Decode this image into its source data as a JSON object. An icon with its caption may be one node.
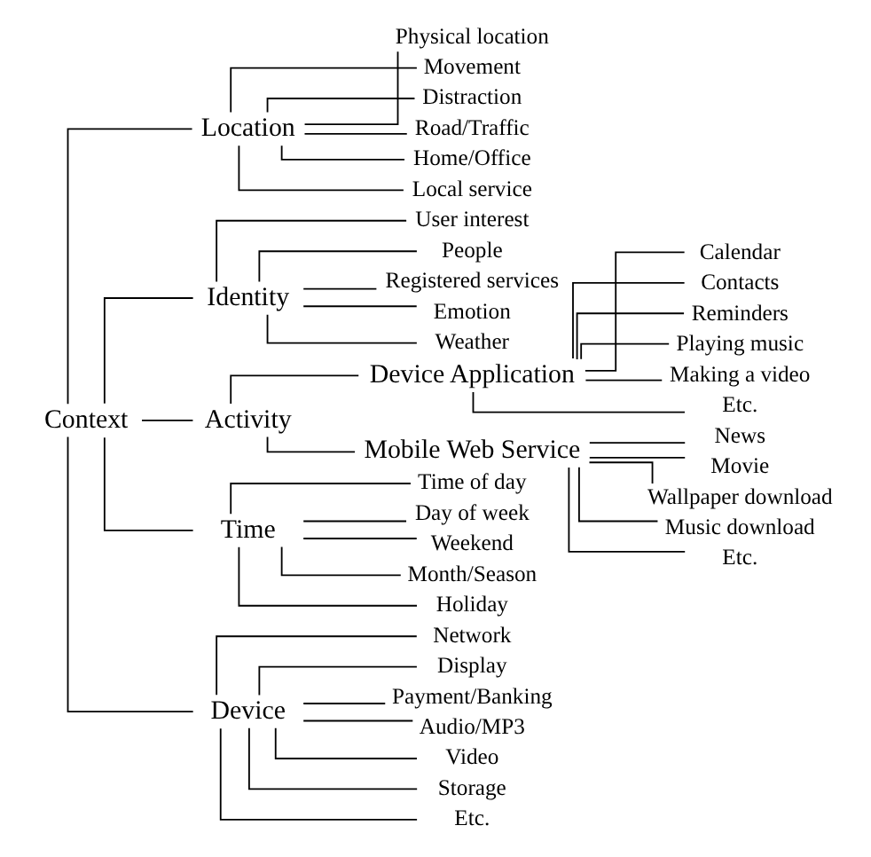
{
  "diagram": {
    "nodes": [
      {
        "text": [
          "Context"
        ]
      },
      {
        "text": [
          "Location"
        ]
      },
      {
        "text": [
          "Physical location"
        ]
      },
      {
        "text": [
          "Movement"
        ]
      },
      {
        "text": [
          "Distraction"
        ]
      },
      {
        "text": [
          "Road/Traffic"
        ]
      },
      {
        "text": [
          "Home/Office"
        ]
      },
      {
        "text": [
          "Local service"
        ]
      },
      {
        "text": [
          "Identity"
        ]
      },
      {
        "text": [
          "User interest"
        ]
      },
      {
        "text": [
          "People"
        ]
      },
      {
        "text": [
          "Registered services"
        ]
      },
      {
        "text": [
          "Emotion"
        ]
      },
      {
        "text": [
          "Weather"
        ]
      },
      {
        "text": [
          "Activity"
        ]
      },
      {
        "text": [
          "Device Application"
        ]
      },
      {
        "text": [
          "Mobile Web Service"
        ]
      },
      {
        "text": [
          "Calendar"
        ]
      },
      {
        "text": [
          "Contacts"
        ]
      },
      {
        "text": [
          "Reminders"
        ]
      },
      {
        "text": [
          "Playing music"
        ]
      },
      {
        "text": [
          "Making a video"
        ]
      },
      {
        "text": [
          "Etc."
        ]
      },
      {
        "text": [
          "News"
        ]
      },
      {
        "text": [
          "Movie"
        ]
      },
      {
        "text": [
          "Wallpaper download"
        ]
      },
      {
        "text": [
          "Music download"
        ]
      },
      {
        "text": [
          "Etc."
        ]
      },
      {
        "text": [
          "Time"
        ]
      },
      {
        "text": [
          "Time of day"
        ]
      },
      {
        "text": [
          "Day of week"
        ]
      },
      {
        "text": [
          "Weekend"
        ]
      },
      {
        "text": [
          "Month/Season"
        ]
      },
      {
        "text": [
          "Holiday"
        ]
      },
      {
        "text": [
          "Device"
        ]
      },
      {
        "text": [
          "Network"
        ]
      },
      {
        "text": [
          "Display"
        ]
      },
      {
        "text": [
          "Payment/Banking"
        ]
      },
      {
        "text": [
          "Audio/MP3"
        ]
      },
      {
        "text": [
          "Video"
        ]
      },
      {
        "text": [
          "Storage"
        ]
      },
      {
        "text": [
          "Etc."
        ]
      }
    ],
    "edges": [
      {
        "from": 0,
        "to": 1,
        "arrow": "none"
      },
      {
        "from": 0,
        "to": 8,
        "arrow": "none"
      },
      {
        "from": 0,
        "to": 14,
        "arrow": "none"
      },
      {
        "from": 0,
        "to": 28,
        "arrow": "none"
      },
      {
        "from": 0,
        "to": 34,
        "arrow": "none"
      },
      {
        "from": 1,
        "to": 2,
        "arrow": "none"
      },
      {
        "from": 1,
        "to": 3,
        "arrow": "none"
      },
      {
        "from": 1,
        "to": 4,
        "arrow": "none"
      },
      {
        "from": 1,
        "to": 5,
        "arrow": "none"
      },
      {
        "from": 1,
        "to": 6,
        "arrow": "none"
      },
      {
        "from": 1,
        "to": 7,
        "arrow": "none"
      },
      {
        "from": 8,
        "to": 9,
        "arrow": "none"
      },
      {
        "from": 8,
        "to": 10,
        "arrow": "none"
      },
      {
        "from": 8,
        "to": 11,
        "arrow": "none"
      },
      {
        "from": 8,
        "to": 12,
        "arrow": "none"
      },
      {
        "from": 8,
        "to": 13,
        "arrow": "none"
      },
      {
        "from": 14,
        "to": 15,
        "arrow": "none"
      },
      {
        "from": 14,
        "to": 16,
        "arrow": "none"
      },
      {
        "from": 15,
        "to": 17,
        "arrow": "none"
      },
      {
        "from": 15,
        "to": 18,
        "arrow": "none"
      },
      {
        "from": 15,
        "to": 19,
        "arrow": "none"
      },
      {
        "from": 15,
        "to": 20,
        "arrow": "none"
      },
      {
        "from": 15,
        "to": 21,
        "arrow": "none"
      },
      {
        "from": 15,
        "to": 22,
        "arrow": "none"
      },
      {
        "from": 16,
        "to": 23,
        "arrow": "none"
      },
      {
        "from": 16,
        "to": 24,
        "arrow": "none"
      },
      {
        "from": 16,
        "to": 25,
        "arrow": "none"
      },
      {
        "from": 16,
        "to": 26,
        "arrow": "none"
      },
      {
        "from": 16,
        "to": 27,
        "arrow": "none"
      },
      {
        "from": 28,
        "to": 29,
        "arrow": "none"
      },
      {
        "from": 28,
        "to": 30,
        "arrow": "none"
      },
      {
        "from": 28,
        "to": 31,
        "arrow": "none"
      },
      {
        "from": 28,
        "to": 32,
        "arrow": "none"
      },
      {
        "from": 28,
        "to": 33,
        "arrow": "none"
      },
      {
        "from": 34,
        "to": 35,
        "arrow": "none"
      },
      {
        "from": 34,
        "to": 36,
        "arrow": "none"
      },
      {
        "from": 34,
        "to": 37,
        "arrow": "none"
      },
      {
        "from": 34,
        "to": 38,
        "arrow": "none"
      },
      {
        "from": 34,
        "to": 39,
        "arrow": "none"
      },
      {
        "from": 34,
        "to": 40,
        "arrow": "none"
      },
      {
        "from": 34,
        "to": 41,
        "arrow": "none"
      }
    ]
  }
}
